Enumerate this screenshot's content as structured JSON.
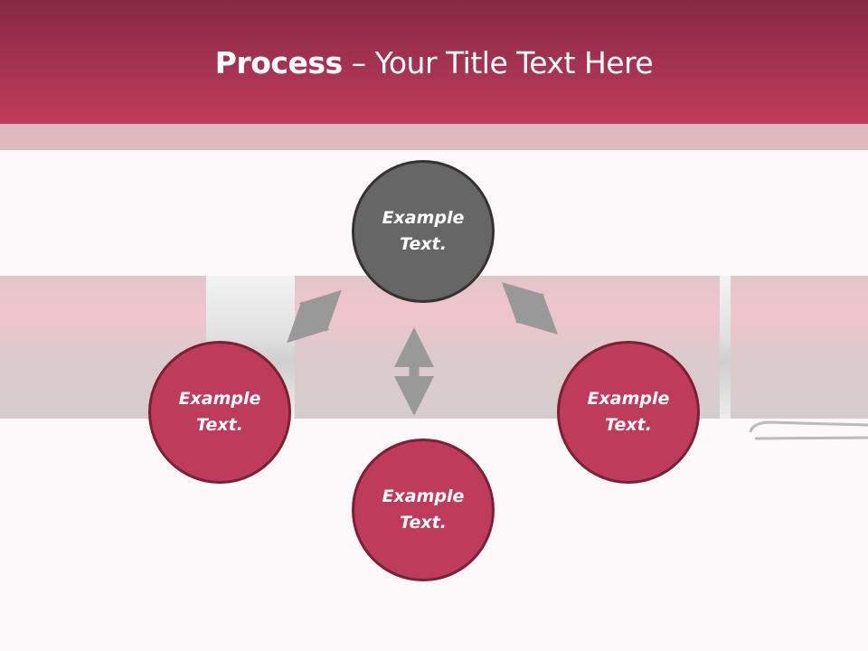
{
  "slide": {
    "title_bold": "Process",
    "title_rest": " – Your Title Text Here"
  },
  "diagram": {
    "nodes": [
      {
        "line1": "Example",
        "line2": "Text."
      },
      {
        "line1": "Example",
        "line2": "Text."
      },
      {
        "line1": "Example",
        "line2": "Text."
      },
      {
        "line1": "Example",
        "line2": "Text."
      }
    ]
  },
  "colors": {
    "accent": "#bf3b5b",
    "header_top": "#862943",
    "center_node": "#666666",
    "arrow": "#999999"
  }
}
